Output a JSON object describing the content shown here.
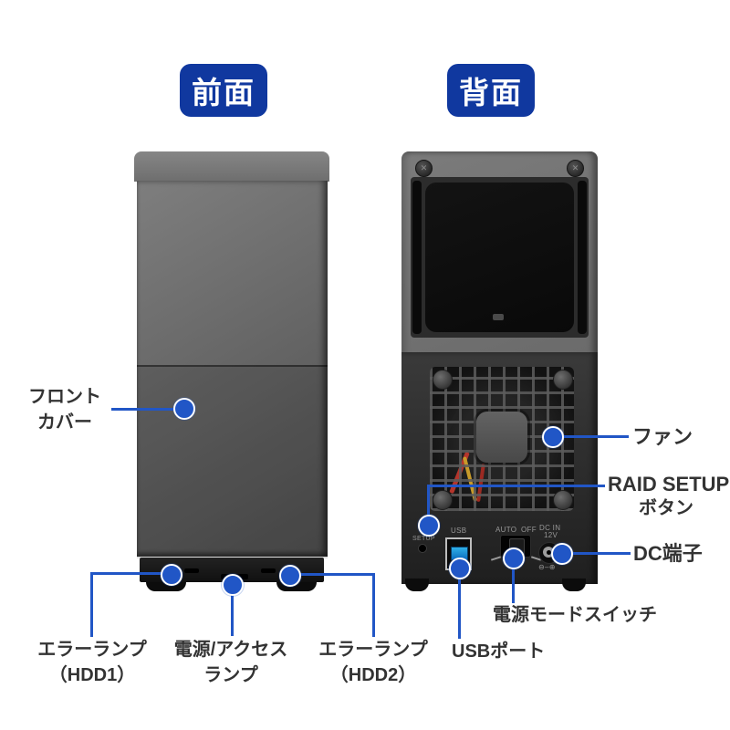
{
  "badges": {
    "front": "前面",
    "rear": "背面"
  },
  "front": {
    "labels": {
      "front_cover": {
        "line1": "フロント",
        "line2": "カバー"
      },
      "error_lamp_hdd1": {
        "line1": "エラーランプ",
        "line2": "（HDD1）"
      },
      "power_access_lamp": {
        "line1": "電源/アクセス",
        "line2": "ランプ"
      },
      "error_lamp_hdd2": {
        "line1": "エラーランプ",
        "line2": "（HDD2）"
      }
    }
  },
  "rear": {
    "labels": {
      "fan": "ファン",
      "raid_setup_button": {
        "line1": "RAID SETUP",
        "line2": "ボタン"
      },
      "dc_jack": "DC端子",
      "power_mode_switch": "電源モードスイッチ",
      "usb_port": "USBポート"
    },
    "panel_text": {
      "setup": "SETUP",
      "usb": "USB",
      "auto": "AUTO",
      "off": "OFF",
      "dc_in": "DC IN",
      "voltage": "12V",
      "polarity": "⊖–⊕"
    }
  },
  "colors": {
    "badge_blue": "#10389f",
    "callout_blue": "#2156c6",
    "label_text": "#333333"
  }
}
